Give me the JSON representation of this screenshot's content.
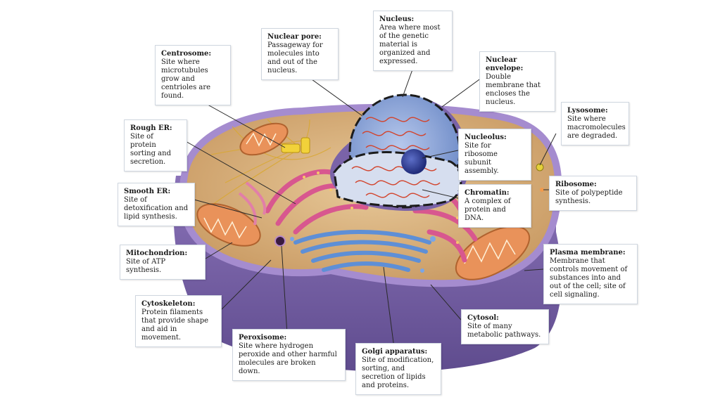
{
  "labels": {
    "nucleus": {
      "title": "Nucleus:",
      "desc": "Area where most of the genetic material is organized and expressed."
    },
    "nuclear_pore": {
      "title": "Nuclear pore:",
      "desc": "Passageway for molecules into and out of the nucleus."
    },
    "centrosome": {
      "title": "Centrosome:",
      "desc": "Site where microtubules grow and centrioles are found."
    },
    "nuclear_envelope": {
      "title": "Nuclear envelope:",
      "desc": "Double membrane that encloses the nucleus."
    },
    "lysosome": {
      "title": "Lysosome:",
      "desc": "Site where macromolecules are degraded."
    },
    "rough_er": {
      "title": "Rough ER:",
      "desc": "Site of protein sorting and secretion."
    },
    "nucleolus": {
      "title": "Nucleolus:",
      "desc": "Site for ribosome subunit assembly."
    },
    "ribosome": {
      "title": "Ribosome:",
      "desc": "Site of polypeptide synthesis."
    },
    "smooth_er": {
      "title": "Smooth ER:",
      "desc": "Site of detoxification and lipid synthesis."
    },
    "chromatin": {
      "title": "Chromatin:",
      "desc": "A complex of protein and DNA."
    },
    "mitochondrion": {
      "title": "Mitochondrion:",
      "desc": "Site of ATP synthesis."
    },
    "plasma_membrane": {
      "title": "Plasma membrane:",
      "desc": "Membrane that controls movement of substances into and out of the cell; site of cell signaling."
    },
    "cytoskeleton": {
      "title": "Cytoskeleton:",
      "desc": "Protein filaments that provide shape and aid in movement."
    },
    "cytosol": {
      "title": "Cytosol:",
      "desc": "Site of many metabolic pathways."
    },
    "peroxisome": {
      "title": "Peroxisome:",
      "desc": "Site where hydrogen peroxide and other harmful molecules are broken down."
    },
    "golgi": {
      "title": "Golgi apparatus:",
      "desc": "Site of modification, sorting, and secretion of lipids and proteins."
    }
  },
  "colors": {
    "cell_top": "#d9b07c",
    "cell_side": "#7a63a8",
    "cell_rim": "#a58ccf",
    "nucleus": "#8fa8d8",
    "chromatin": "#d2452e",
    "rough_er": "#d8578f",
    "golgi": "#5e8fd6",
    "mitochondrion": "#e9925a",
    "nucleolus": "#2e3f9a"
  }
}
